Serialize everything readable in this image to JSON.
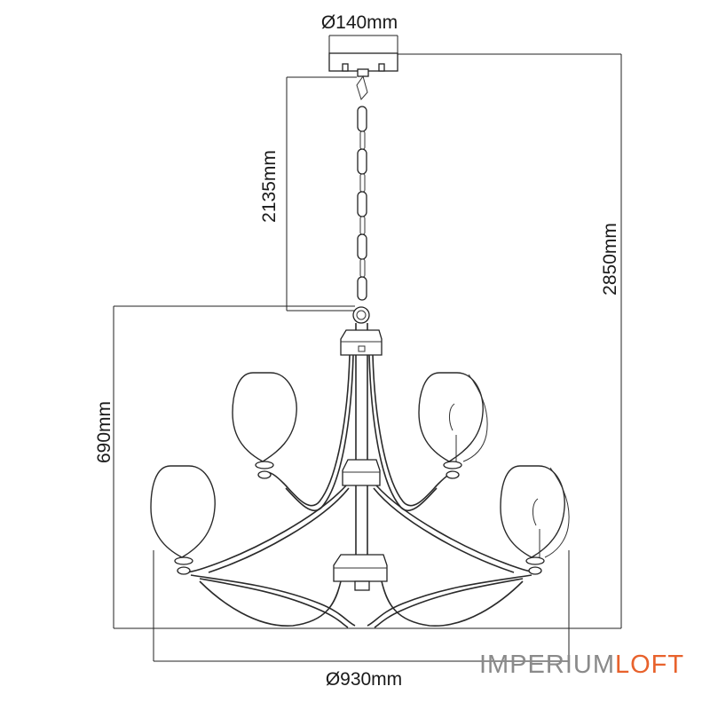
{
  "dimensions": {
    "canopy_diameter": "Ø140mm",
    "chain_length": "2135mm",
    "total_height": "2850mm",
    "body_height": "690mm",
    "body_diameter": "Ø930mm"
  },
  "logo": {
    "part1": "IMPERIUM",
    "part2": "LOFT"
  },
  "colors": {
    "line": "#222222",
    "logo_gray": "#8a8a8a",
    "logo_accent": "#e8622c"
  }
}
